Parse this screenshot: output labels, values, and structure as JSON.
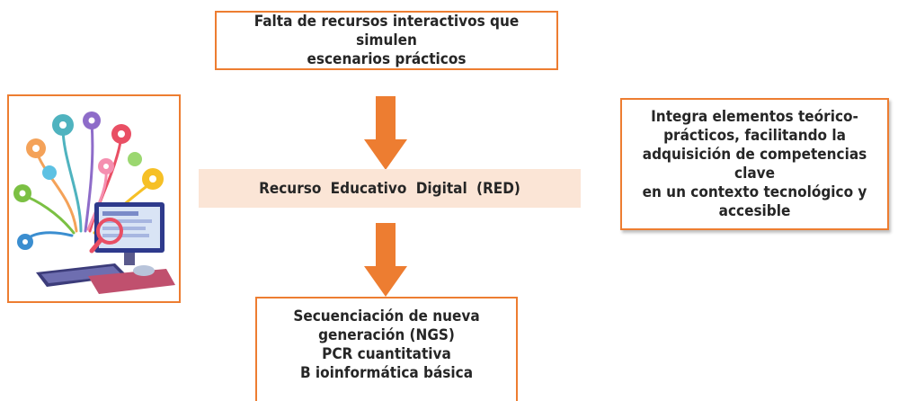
{
  "diagram": {
    "problem": {
      "lines": [
        "Falta de recursos interactivos que simulen",
        "escenarios prácticos"
      ]
    },
    "resource": {
      "label": "Recurso Educativo Digital (RED)"
    },
    "benefit": {
      "lines": [
        "Integra elementos teórico-",
        "prácticos, facilitando la",
        "adquisición de competencias clave",
        "en un contexto tecnológico y",
        "accesible"
      ]
    },
    "topics": {
      "lines": [
        "Secuenciación de nueva",
        "generación (NGS)",
        "PCR cuantitativa",
        "B ioinformática básica"
      ]
    },
    "illustration": {
      "icon": "digital-learning-tree-icon"
    },
    "colors": {
      "accent": "#ED7D31",
      "band": "#FBE5D6",
      "text": "#262626"
    }
  }
}
